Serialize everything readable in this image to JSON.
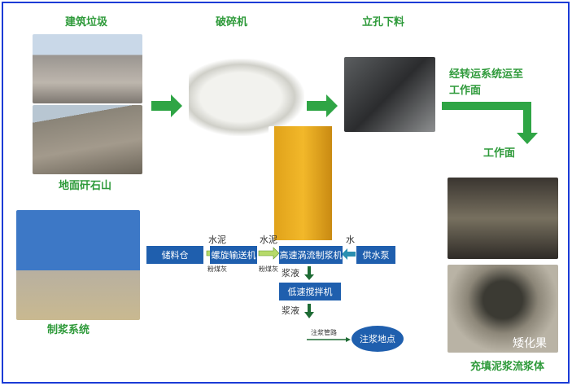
{
  "labels": {
    "construction_waste": "建筑垃圾",
    "crusher": "破碎机",
    "vertical_hole": "立孔下料",
    "transfer_line1": "经转运系统运至",
    "transfer_line2": "工作面",
    "workface": "工作面",
    "gangue_hill": "地面矸石山",
    "slurry_system": "制浆系统",
    "backfill_caption": "充填泥浆流浆体",
    "watermark": "矮化果"
  },
  "flow": {
    "storage": "储料仓",
    "screw_conveyor": "螺旋输送机",
    "high_speed_mixer": "高速涡流制浆机",
    "water_pump": "供水泵",
    "low_speed_mixer": "低速搅拌机",
    "grouting_point": "注浆地点",
    "cement1": "水泥",
    "flyash1": "粉煤灰",
    "cement2": "水泥",
    "flyash2": "粉煤灰",
    "water": "水",
    "slurry1": "浆液",
    "slurry2": "浆液",
    "pipeline": "注浆管路"
  }
}
